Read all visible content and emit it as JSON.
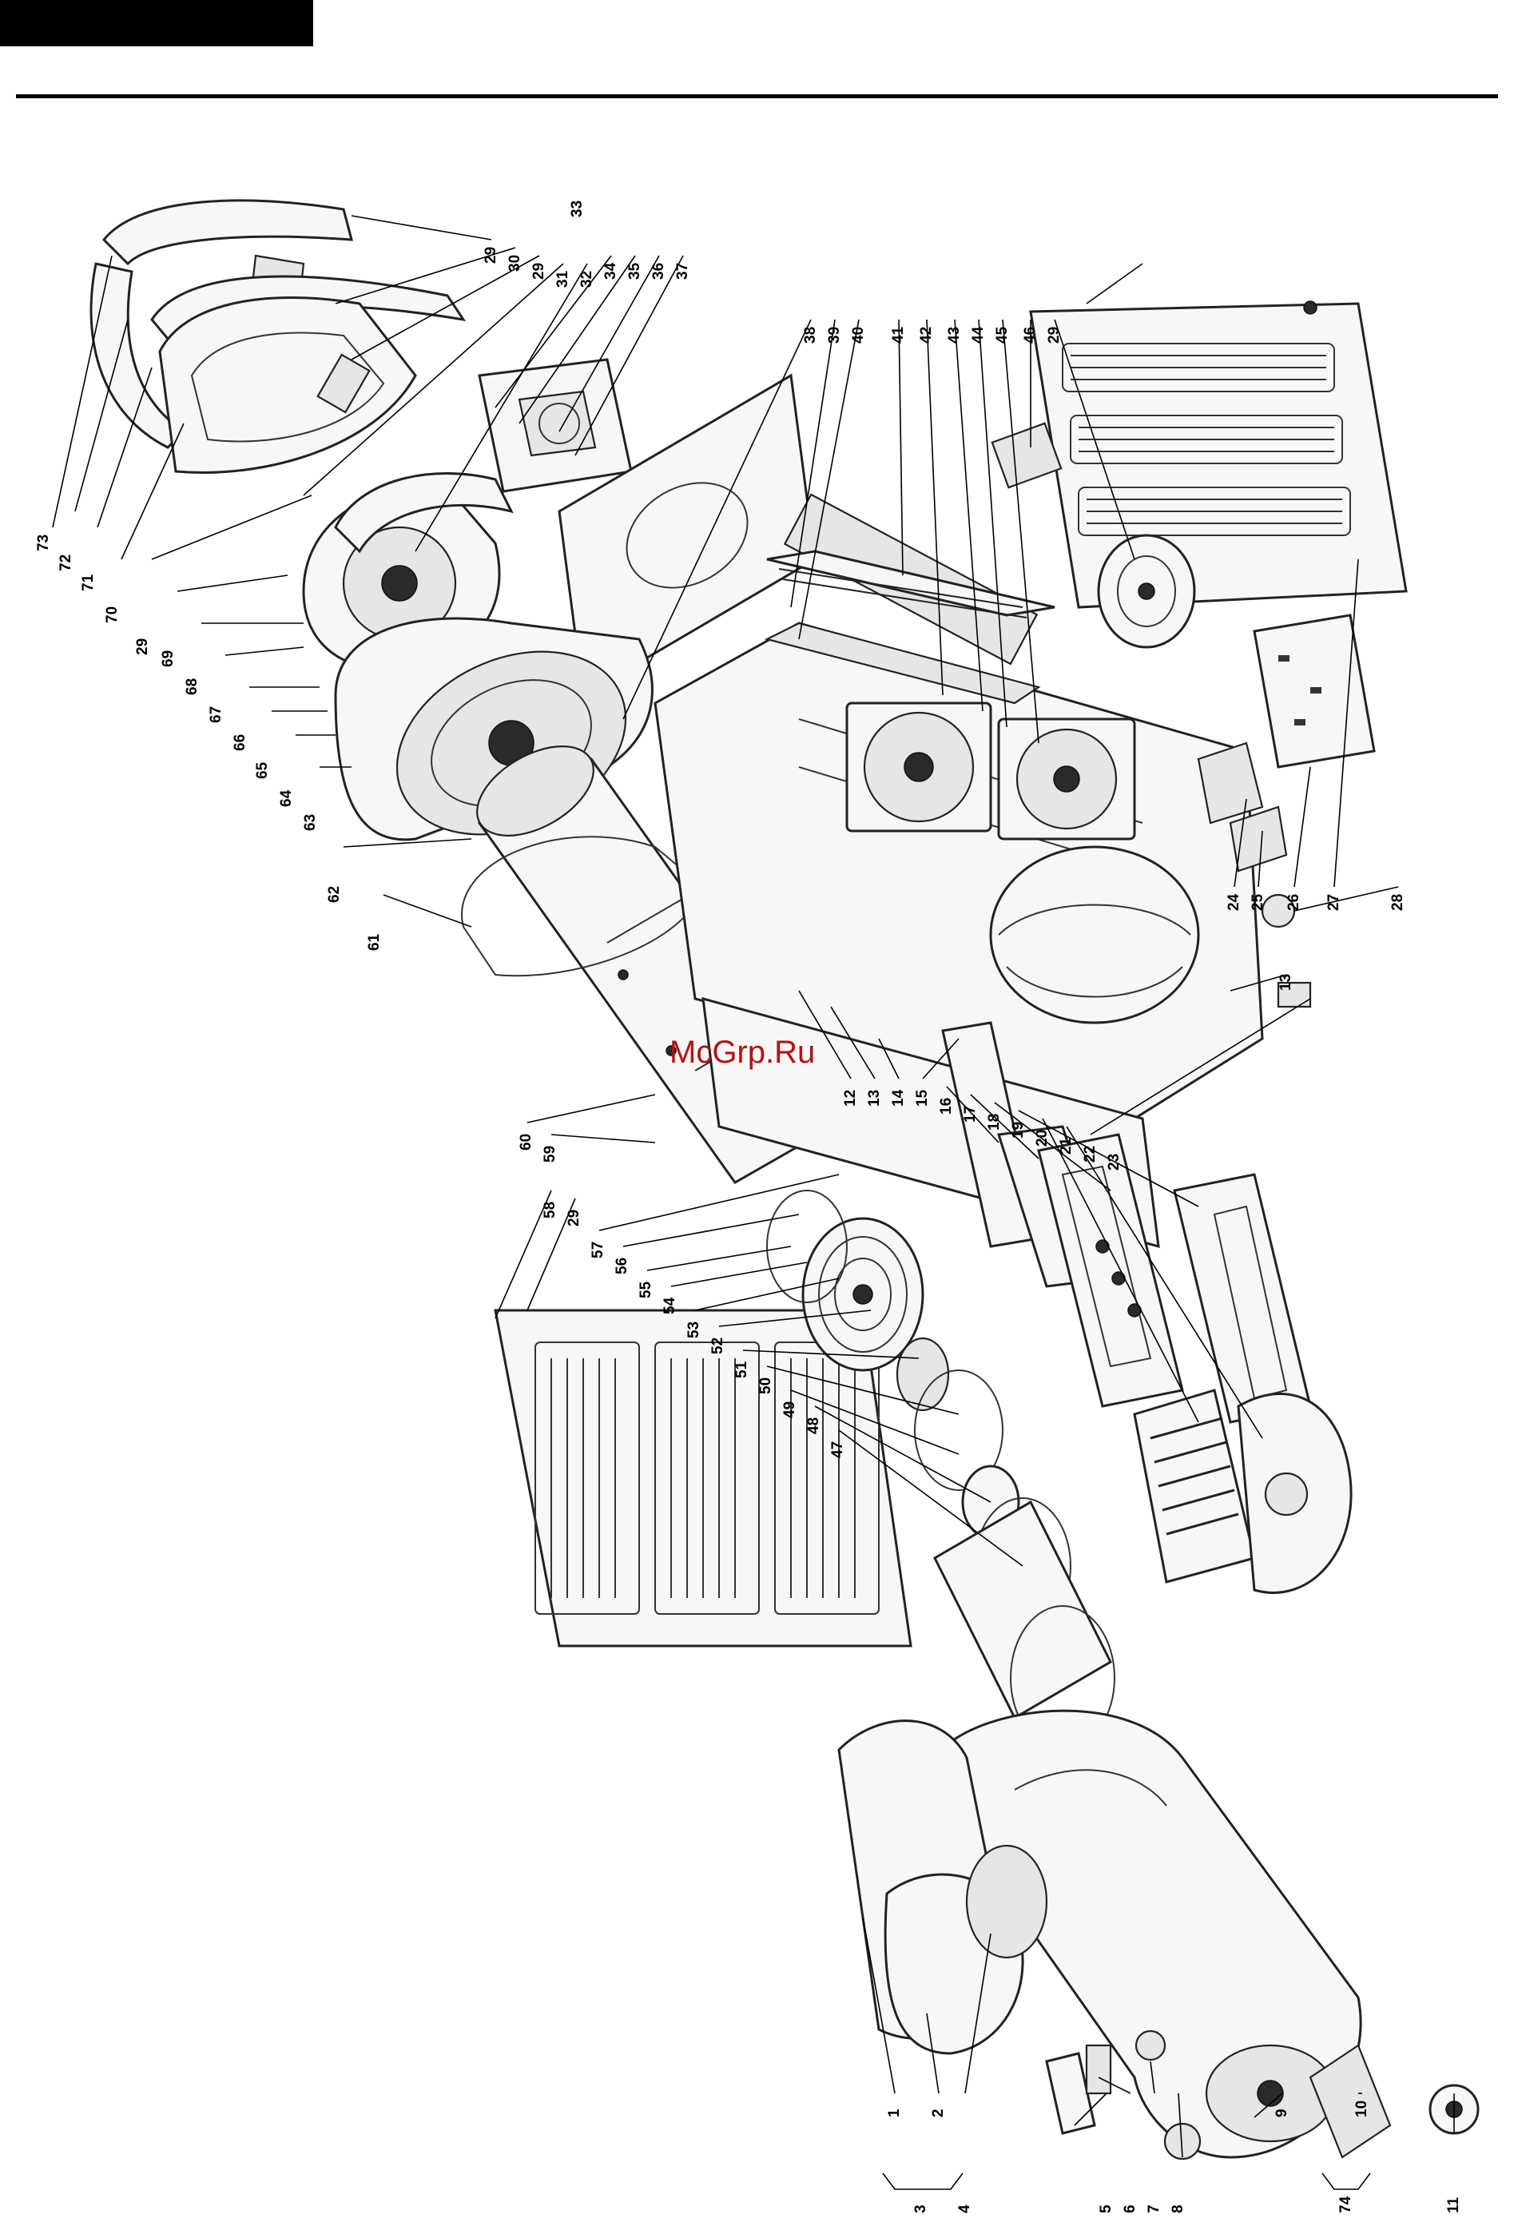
{
  "watermark": "McGrp.Ru",
  "callouts": [
    {
      "id": "c73",
      "text": "73"
    },
    {
      "id": "c72",
      "text": "72"
    },
    {
      "id": "c71",
      "text": "71"
    },
    {
      "id": "c70",
      "text": "70"
    },
    {
      "id": "c29a",
      "text": "29"
    },
    {
      "id": "c69",
      "text": "69"
    },
    {
      "id": "c68",
      "text": "68"
    },
    {
      "id": "c67",
      "text": "67"
    },
    {
      "id": "c66",
      "text": "66"
    },
    {
      "id": "c65",
      "text": "65"
    },
    {
      "id": "c64",
      "text": "64"
    },
    {
      "id": "c63",
      "text": "63"
    },
    {
      "id": "c62",
      "text": "62"
    },
    {
      "id": "c61",
      "text": "61"
    },
    {
      "id": "c29b",
      "text": "29"
    },
    {
      "id": "c30",
      "text": "30"
    },
    {
      "id": "c29c",
      "text": "29"
    },
    {
      "id": "c31",
      "text": "31"
    },
    {
      "id": "c32",
      "text": "32"
    },
    {
      "id": "c33",
      "text": "33"
    },
    {
      "id": "c34",
      "text": "34"
    },
    {
      "id": "c35",
      "text": "35"
    },
    {
      "id": "c36",
      "text": "36"
    },
    {
      "id": "c37",
      "text": "37"
    },
    {
      "id": "c38",
      "text": "38"
    },
    {
      "id": "c39",
      "text": "39"
    },
    {
      "id": "c40",
      "text": "40"
    },
    {
      "id": "c41",
      "text": "41"
    },
    {
      "id": "c42",
      "text": "42"
    },
    {
      "id": "c43",
      "text": "43"
    },
    {
      "id": "c44",
      "text": "44"
    },
    {
      "id": "c45",
      "text": "45"
    },
    {
      "id": "c46",
      "text": "46"
    },
    {
      "id": "c29d",
      "text": "29"
    },
    {
      "id": "c24",
      "text": "24"
    },
    {
      "id": "c25",
      "text": "25"
    },
    {
      "id": "c26",
      "text": "26"
    },
    {
      "id": "c27",
      "text": "27"
    },
    {
      "id": "c28",
      "text": "28"
    },
    {
      "id": "c12",
      "text": "12"
    },
    {
      "id": "c13a",
      "text": "13"
    },
    {
      "id": "c14",
      "text": "14"
    },
    {
      "id": "c15",
      "text": "15"
    },
    {
      "id": "c16",
      "text": "16"
    },
    {
      "id": "c17",
      "text": "17"
    },
    {
      "id": "c18",
      "text": "18"
    },
    {
      "id": "c19",
      "text": "19"
    },
    {
      "id": "c20",
      "text": "20"
    },
    {
      "id": "c21",
      "text": "21"
    },
    {
      "id": "c22",
      "text": "22"
    },
    {
      "id": "c23",
      "text": "23"
    },
    {
      "id": "c13b",
      "text": "13"
    },
    {
      "id": "c60",
      "text": "60"
    },
    {
      "id": "c59",
      "text": "59"
    },
    {
      "id": "c58",
      "text": "58"
    },
    {
      "id": "c29e",
      "text": "29"
    },
    {
      "id": "c57",
      "text": "57"
    },
    {
      "id": "c56",
      "text": "56"
    },
    {
      "id": "c55",
      "text": "55"
    },
    {
      "id": "c54",
      "text": "54"
    },
    {
      "id": "c53",
      "text": "53"
    },
    {
      "id": "c52",
      "text": "52"
    },
    {
      "id": "c51",
      "text": "51"
    },
    {
      "id": "c50",
      "text": "50"
    },
    {
      "id": "c49",
      "text": "49"
    },
    {
      "id": "c48",
      "text": "48"
    },
    {
      "id": "c47",
      "text": "47"
    },
    {
      "id": "c1",
      "text": "1"
    },
    {
      "id": "c2",
      "text": "2"
    },
    {
      "id": "c3",
      "text": "3"
    },
    {
      "id": "c4",
      "text": "4"
    },
    {
      "id": "c5",
      "text": "5"
    },
    {
      "id": "c6",
      "text": "6"
    },
    {
      "id": "c7",
      "text": "7"
    },
    {
      "id": "c8",
      "text": "8"
    },
    {
      "id": "c9",
      "text": "9"
    },
    {
      "id": "c10",
      "text": "10"
    },
    {
      "id": "c74",
      "text": "74"
    },
    {
      "id": "c11",
      "text": "11"
    }
  ]
}
